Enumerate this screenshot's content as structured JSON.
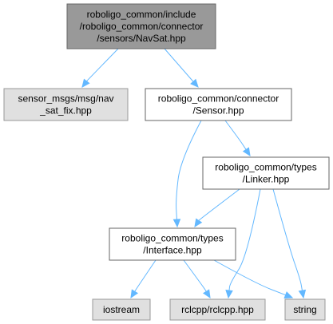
{
  "colors": {
    "focus_fill": "#999999",
    "focus_border": "#666666",
    "node_fill": "#ffffff",
    "external_fill": "#e0e0e0",
    "node_border": "#666666",
    "external_border": "#999999",
    "edge": "#63b8ff"
  },
  "nodes": [
    {
      "id": "navsat",
      "lines": [
        "roboligo_common/include",
        "/roboligo_common/connector",
        "/sensors/NavSat.hpp"
      ],
      "kind": "focus"
    },
    {
      "id": "sensor_msgs",
      "lines": [
        "sensor_msgs/msg/nav",
        "_sat_fix.hpp"
      ],
      "kind": "external"
    },
    {
      "id": "sensor",
      "lines": [
        "roboligo_common/connector",
        "/Sensor.hpp"
      ],
      "kind": "internal"
    },
    {
      "id": "linker",
      "lines": [
        "roboligo_common/types",
        "/Linker.hpp"
      ],
      "kind": "internal"
    },
    {
      "id": "interface",
      "lines": [
        "roboligo_common/types",
        "/Interface.hpp"
      ],
      "kind": "internal"
    },
    {
      "id": "iostream",
      "lines": [
        "iostream"
      ],
      "kind": "external"
    },
    {
      "id": "rclcpp",
      "lines": [
        "rclcpp/rclcpp.hpp"
      ],
      "kind": "external"
    },
    {
      "id": "string",
      "lines": [
        "string"
      ],
      "kind": "external"
    }
  ],
  "edges": [
    {
      "from": "navsat",
      "to": "sensor_msgs"
    },
    {
      "from": "navsat",
      "to": "sensor"
    },
    {
      "from": "sensor",
      "to": "interface"
    },
    {
      "from": "sensor",
      "to": "linker"
    },
    {
      "from": "linker",
      "to": "interface"
    },
    {
      "from": "linker",
      "to": "rclcpp"
    },
    {
      "from": "linker",
      "to": "string"
    },
    {
      "from": "interface",
      "to": "iostream"
    },
    {
      "from": "interface",
      "to": "rclcpp"
    },
    {
      "from": "interface",
      "to": "string"
    }
  ]
}
